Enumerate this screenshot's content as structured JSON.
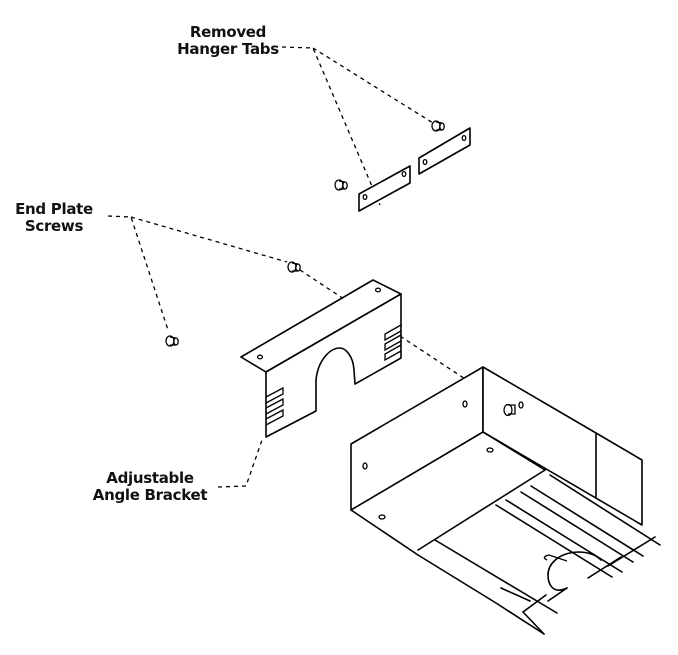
{
  "diagram": {
    "title": "",
    "labels": {
      "removed_hanger_tabs": [
        "Removed",
        "Hanger Tabs"
      ],
      "end_plate_screws": [
        "End Plate",
        "Screws"
      ],
      "adjustable_angle_bracket": [
        "Adjustable",
        "Angle Bracket"
      ]
    },
    "parts": [
      {
        "id": "hanger-tab",
        "count": 2,
        "name": "Removed Hanger Tabs"
      },
      {
        "id": "tab-screw",
        "count": 2,
        "name": "Hanger Tab Screws"
      },
      {
        "id": "end-plate-screw",
        "count": 2,
        "name": "End Plate Screws"
      },
      {
        "id": "angle-bracket",
        "count": 1,
        "name": "Adjustable Angle Bracket"
      },
      {
        "id": "fixture-housing",
        "count": 1,
        "name": "Fixture Housing"
      }
    ],
    "colors": {
      "line": "#000000",
      "background": "#ffffff",
      "text": "#111111"
    }
  }
}
